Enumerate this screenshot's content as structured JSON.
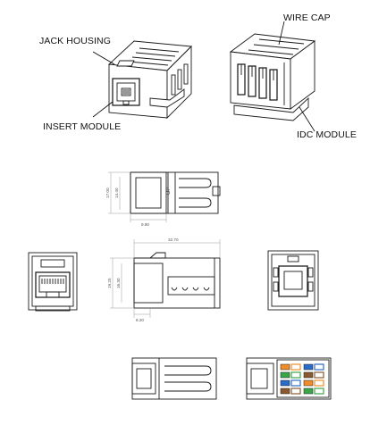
{
  "callouts": {
    "jack_housing": "JACK HOUSING",
    "insert_module": "INSERT MODULE",
    "wire_cap": "WIRE CAP",
    "idc_module": "IDC MODULE"
  },
  "dimensions": {
    "height_outer": "17.00",
    "height_inner": "14.40",
    "front_width": "9.90",
    "overall_length": "32.70",
    "side_height_outer": "19.25",
    "side_height_inner": "16.30",
    "tab_offset": "8.20"
  },
  "marks": {
    "up_text": "UP"
  },
  "colors": {
    "line": "#1a1a1a",
    "dimension": "#9a9a9a",
    "wire_orange": "#f08c2a",
    "wire_green": "#3aa64a",
    "wire_blue": "#2a6cc8",
    "wire_brown": "#8a5a2e"
  }
}
